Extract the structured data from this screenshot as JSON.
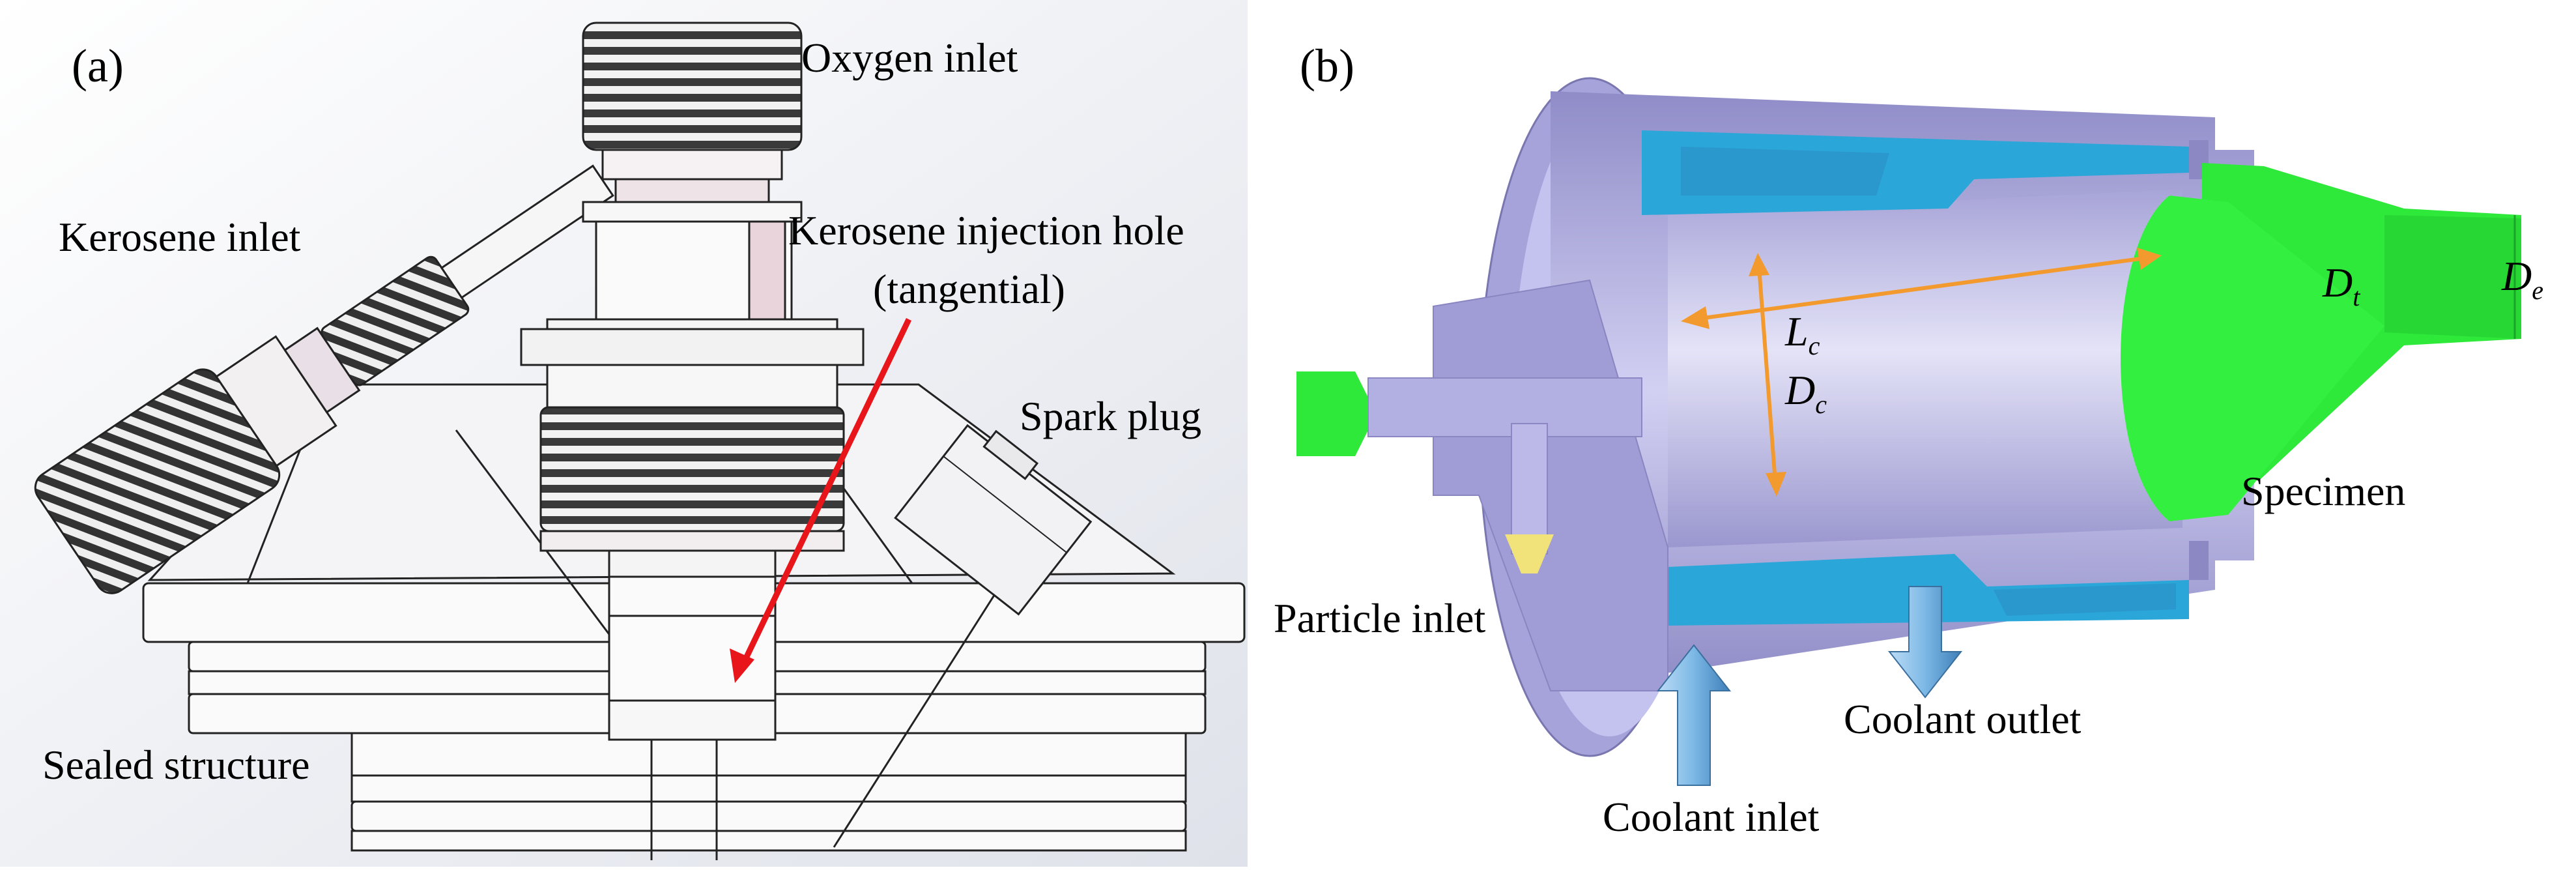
{
  "panel_a": {
    "label": "(a)",
    "oxygen_inlet": "Oxygen inlet",
    "kerosene_inlet": "Kerosene inlet",
    "kerosene_injection_line1": "Kerosene injection hole",
    "kerosene_injection_line2": "(tangential)",
    "spark_plug": "Spark plug",
    "sealed_structure": "Sealed structure"
  },
  "panel_b": {
    "label": "(b)",
    "particle_inlet": "Particle inlet",
    "coolant_inlet": "Coolant inlet",
    "coolant_outlet": "Coolant outlet",
    "specimen": "Specimen",
    "dim_lc": "L",
    "dim_lc_sub": "c",
    "dim_dc": "D",
    "dim_dc_sub": "c",
    "dim_dt": "D",
    "dim_dt_sub": "t",
    "dim_de": "D",
    "dim_de_sub": "e"
  },
  "colors": {
    "arrow_red": "#e8161b",
    "dimension_orange": "#f39a2e",
    "body_lavender": "#b9b6e6",
    "coolant_blue": "#2aa6d8",
    "specimen_green": "#2ee83a",
    "coolant_arrow": "#7cb8e6"
  }
}
